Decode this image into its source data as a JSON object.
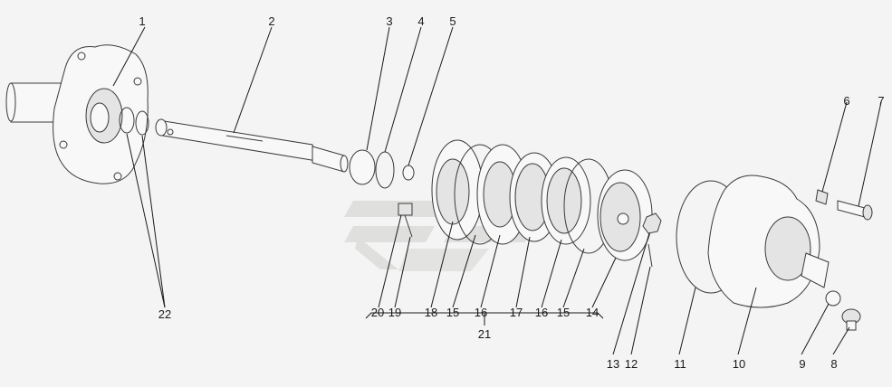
{
  "diagram": {
    "callouts": [
      "1",
      "2",
      "3",
      "4",
      "5",
      "6",
      "7",
      "8",
      "9",
      "10",
      "11",
      "12",
      "13",
      "14",
      "15",
      "15",
      "16",
      "16",
      "17",
      "18",
      "19",
      "20",
      "21",
      "22"
    ],
    "icons": [
      "watermark-logo"
    ]
  }
}
